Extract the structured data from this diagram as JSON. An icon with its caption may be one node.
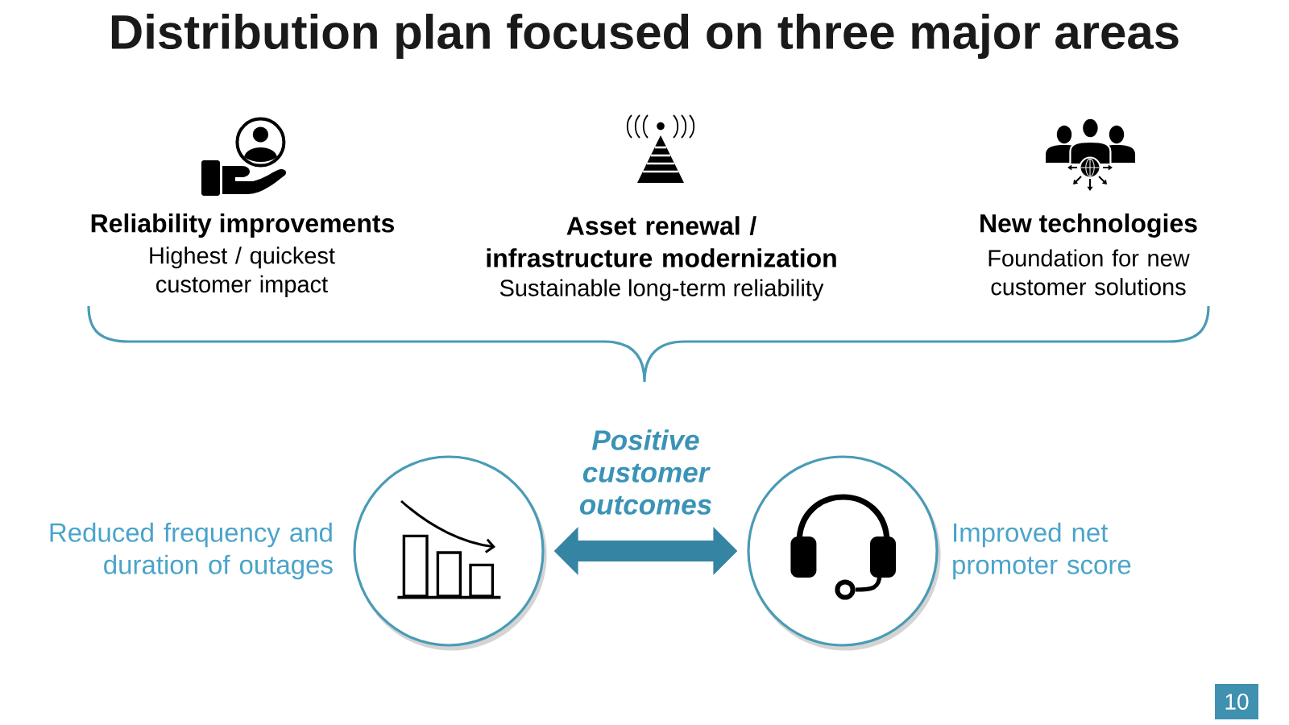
{
  "diagram": {
    "title": "Distribution plan focused on three major areas",
    "nodes": [
      {
        "text": [],
        "shape": "circle",
        "beside": [
          "Reduced frequency and duration of outages"
        ]
      },
      {
        "text": [],
        "shape": "circle",
        "beside": [
          "Improved net promoter score"
        ]
      }
    ],
    "edges": [
      {
        "from": 0,
        "to": 1,
        "arrow": "both",
        "label": "Positive customer outcomes"
      }
    ],
    "labels": [
      "Reliability improvements",
      "Highest / quickest customer impact",
      "Asset renewal / infrastructure modernization",
      "Sustainable long-term reliability",
      "New technologies",
      "Foundation for new customer solutions",
      "10"
    ]
  }
}
